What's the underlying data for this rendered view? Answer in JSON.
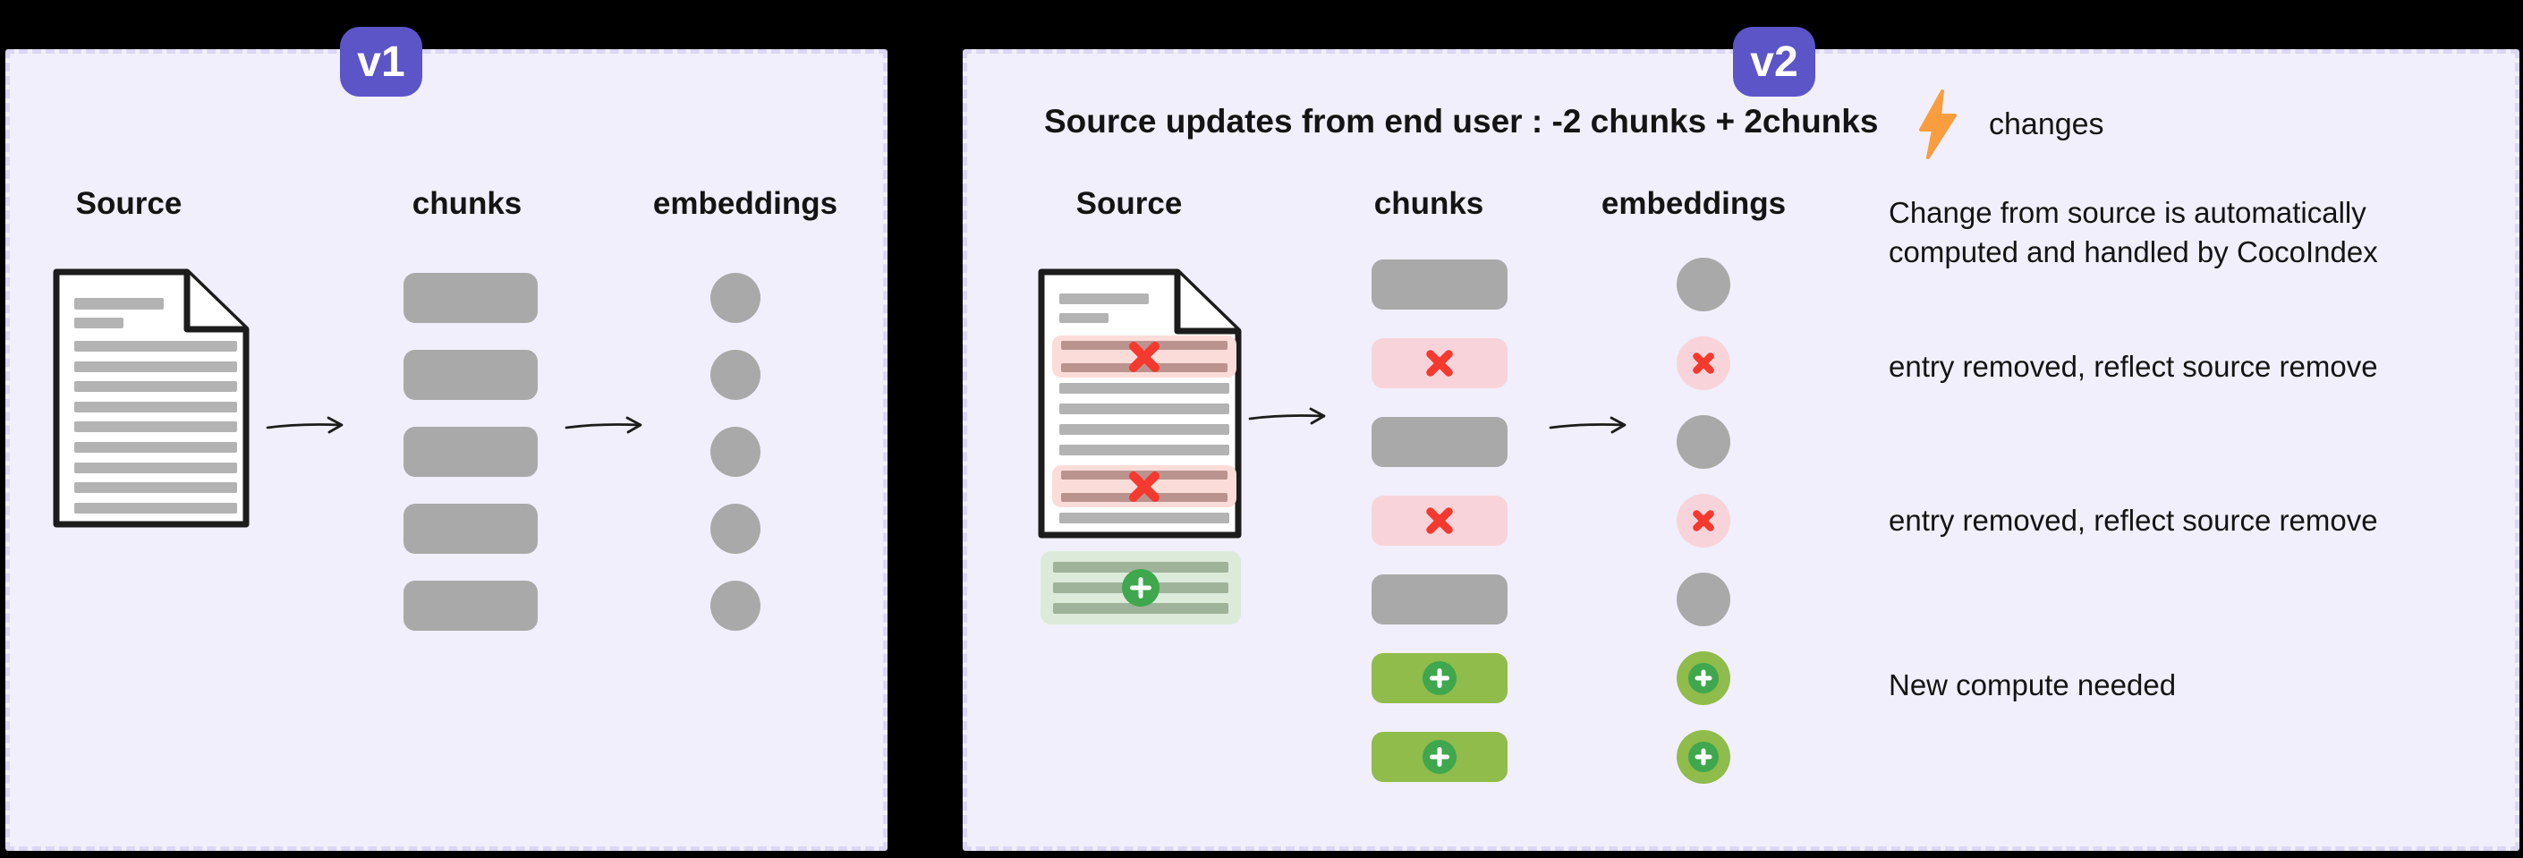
{
  "v1": {
    "badge": "v1",
    "columns": {
      "source": "Source",
      "chunks": "chunks",
      "embeddings": "embeddings"
    },
    "document": {
      "lines": [
        "h-long",
        "h-short",
        "line",
        "line",
        "line",
        "line",
        "line",
        "line",
        "line",
        "line",
        "line"
      ]
    },
    "chunks": [
      "unchanged",
      "unchanged",
      "unchanged",
      "unchanged",
      "unchanged"
    ],
    "embeddings": [
      "unchanged",
      "unchanged",
      "unchanged",
      "unchanged",
      "unchanged"
    ]
  },
  "v2": {
    "badge": "v2",
    "title": "Source updates from end user : -2 chunks + 2chunks",
    "columns": {
      "source": "Source",
      "chunks": "chunks",
      "embeddings": "embeddings"
    },
    "document": {
      "lines": [
        "h-long",
        "h-short",
        "removed-band",
        "line",
        "line",
        "line",
        "line",
        "removed-band",
        "line"
      ]
    },
    "added_block": {
      "status": "added",
      "lines": [
        "line",
        "line",
        "line"
      ]
    },
    "chunks": [
      "unchanged",
      "removed",
      "unchanged",
      "removed",
      "unchanged",
      "added",
      "added"
    ],
    "embeddings": [
      "unchanged",
      "removed",
      "unchanged",
      "removed",
      "unchanged",
      "added",
      "added"
    ],
    "legend": {
      "icon": "lightning-icon",
      "label": "changes"
    },
    "annotations": [
      "Change from source is automatically computed and handled by CocoIndex",
      "entry removed, reflect source remove",
      "entry removed, reflect source remove",
      "New compute needed"
    ]
  },
  "colors": {
    "bg": "#000000",
    "panel-bg": "#f1effc",
    "panel-border": "#dcd6f4",
    "accent": "#5c55c8",
    "ink": "#141414",
    "gray": "#a9a9a9",
    "doc-line": "#b3b3b3",
    "doc-border": "#1c1c1c",
    "pink-chunk": "#f8d4da",
    "pink-band": "#fcdcd8",
    "pink-line": "#ba938f",
    "red": "#f4392e",
    "green": "#8fbc4b",
    "green-dark": "#3fa74d",
    "green-doc-bg": "#dcead9",
    "green-doc-line": "#9fb29a",
    "orange": "#f99d3e"
  }
}
